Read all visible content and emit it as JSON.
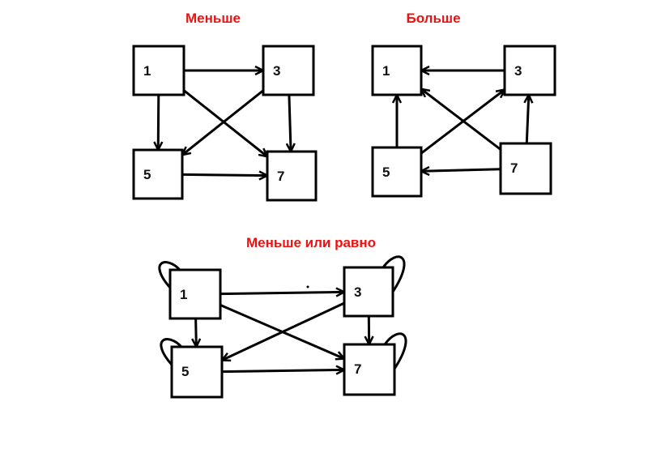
{
  "diagrams": [
    {
      "id": "less",
      "title": "Меньше",
      "nodes": [
        "1",
        "3",
        "5",
        "7"
      ],
      "edges": [
        [
          "1",
          "3"
        ],
        [
          "1",
          "5"
        ],
        [
          "1",
          "7"
        ],
        [
          "3",
          "5"
        ],
        [
          "3",
          "7"
        ],
        [
          "5",
          "7"
        ]
      ],
      "self_loops": []
    },
    {
      "id": "greater",
      "title": "Больше",
      "nodes": [
        "1",
        "3",
        "5",
        "7"
      ],
      "edges": [
        [
          "3",
          "1"
        ],
        [
          "5",
          "1"
        ],
        [
          "7",
          "1"
        ],
        [
          "5",
          "3"
        ],
        [
          "7",
          "3"
        ],
        [
          "7",
          "5"
        ]
      ],
      "self_loops": []
    },
    {
      "id": "less-or-equal",
      "title": "Меньше или равно",
      "nodes": [
        "1",
        "3",
        "5",
        "7"
      ],
      "edges": [
        [
          "1",
          "3"
        ],
        [
          "1",
          "5"
        ],
        [
          "1",
          "7"
        ],
        [
          "3",
          "5"
        ],
        [
          "3",
          "7"
        ],
        [
          "5",
          "7"
        ]
      ],
      "self_loops": [
        "1",
        "3",
        "5",
        "7"
      ]
    }
  ],
  "colors": {
    "title": "#ee1111",
    "stroke": "#000000"
  }
}
